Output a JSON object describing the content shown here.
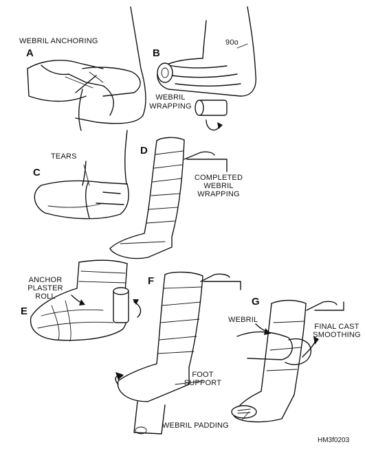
{
  "panels": {
    "A": {
      "letter": "A",
      "caption": "WEBRIL ANCHORING"
    },
    "B": {
      "letter": "B",
      "angle": "90o",
      "caption_line1": "WEBRIL",
      "caption_line2": "WRAPPING"
    },
    "C": {
      "letter": "C",
      "caption": "TEARS"
    },
    "D": {
      "letter": "D",
      "caption_line1": "COMPLETED",
      "caption_line2": "WEBRIL",
      "caption_line3": "WRAPPING"
    },
    "E": {
      "letter": "E",
      "caption_line1": "ANCHOR",
      "caption_line2": "PLASTER",
      "caption_line3": "ROLL"
    },
    "F": {
      "letter": "F",
      "caption_line1": "FOOT",
      "caption_line2": "SUPPORT"
    },
    "G": {
      "letter": "G",
      "caption_webril": "WEBRIL",
      "caption_line1": "FINAL CAST",
      "caption_line2": "SMOOTHING",
      "caption_padding": "WEBRIL PADDING"
    }
  },
  "figure_id": "HM3f0203"
}
